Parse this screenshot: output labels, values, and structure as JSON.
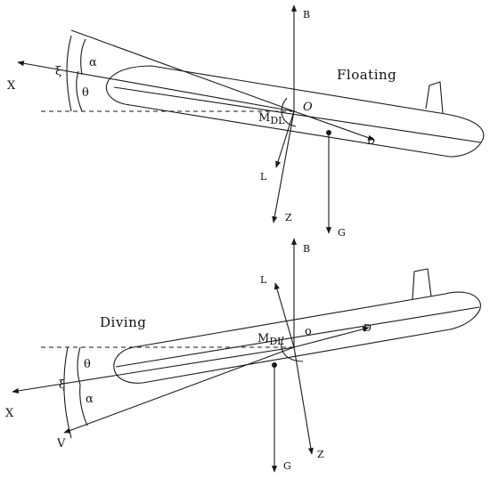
{
  "floating": {
    "title": "Floating",
    "labels": {
      "X": "X",
      "xi": "ξ",
      "alpha": "α",
      "theta": "θ",
      "B": "B",
      "O": "O",
      "M": "M",
      "M_sub": "DL",
      "D": "D",
      "L": "L",
      "Z": "Z",
      "G": "G"
    }
  },
  "diving": {
    "title": "Diving",
    "labels": {
      "X": "X",
      "xi": "ξ",
      "alpha": "α",
      "theta": "θ",
      "V": "V",
      "B": "B",
      "O": "o",
      "M": "M",
      "M_sub": "DL",
      "D": "D",
      "L": "L",
      "Z": "Z",
      "G": "G"
    }
  },
  "colors": {
    "ink": "#1a1a1a",
    "background": "#ffffff"
  }
}
